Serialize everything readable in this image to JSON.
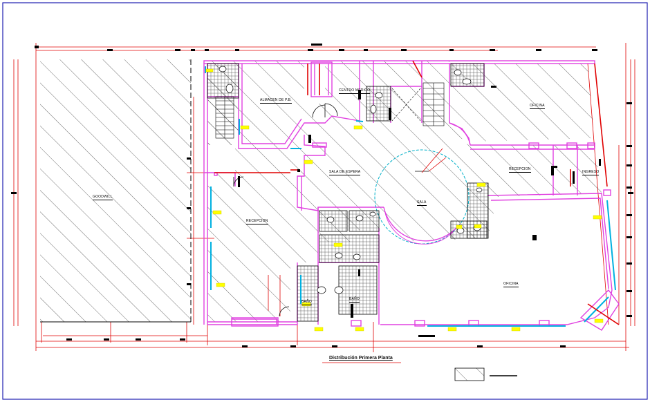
{
  "drawing": {
    "title": "Distribución Primera Planta",
    "colors": {
      "border": "#1f1fb0",
      "wall": "#e040e0",
      "dimension": "#e00000",
      "hatch": "#333333",
      "glazing": "#00b0e0",
      "tag": "#ffff00",
      "ink": "#000000"
    }
  },
  "rooms": {
    "garage": "GOODWILL",
    "stair_store": "ALMACEN DE P.B.",
    "services": "CENTRO MEDICO",
    "waiting": "SALA DE ESPERA",
    "lobby": "RECEPCION",
    "circle": "SALA",
    "reception": "RECEPCION",
    "entry": "INGRESO",
    "office_ne": "OFICINA",
    "hall": "OFICINA",
    "bath_a": "BAÑO",
    "bath_b": "BAÑO"
  },
  "legend": {
    "swatch": "hatch",
    "line": "dash"
  }
}
